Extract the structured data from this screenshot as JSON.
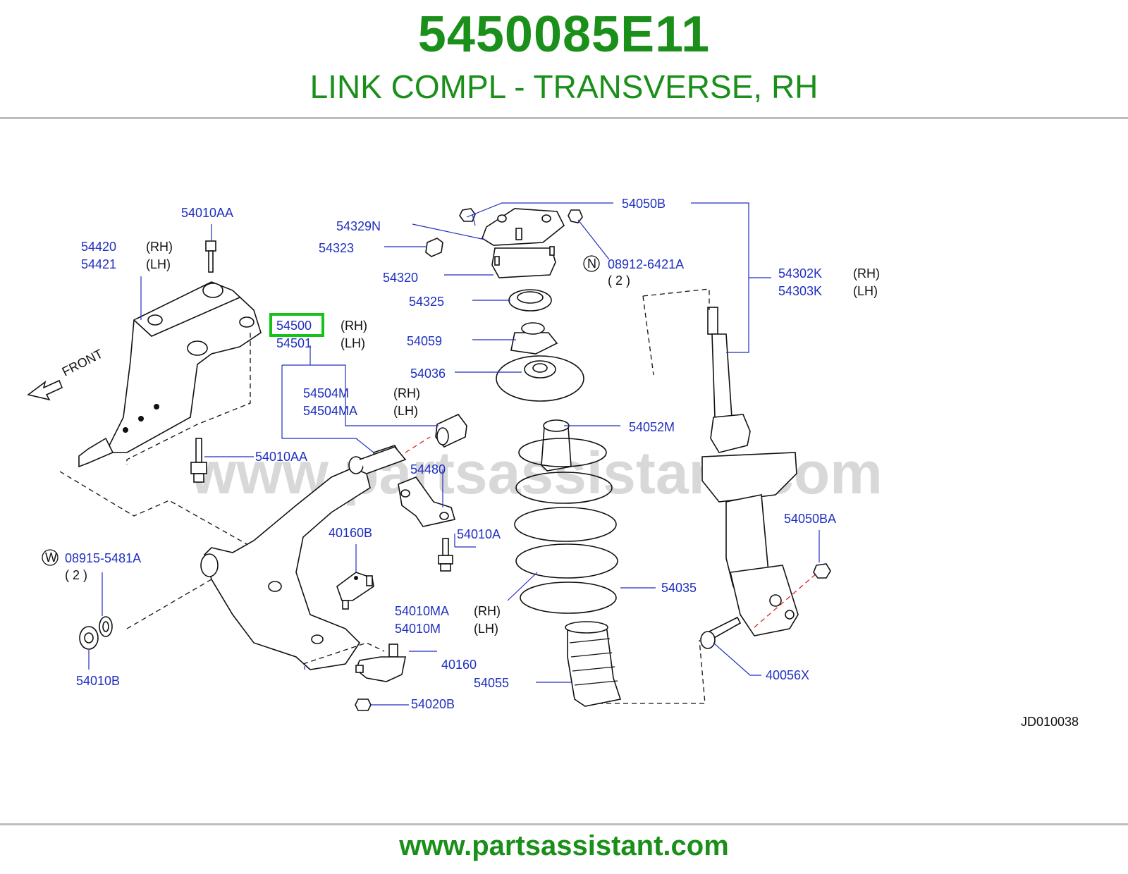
{
  "header": {
    "part_number": "5450085E11",
    "part_name": "LINK COMPL - TRANSVERSE, RH"
  },
  "diagram": {
    "labels": {
      "p54010AA_top": "54010AA",
      "p54420": "54420",
      "p54420_side": "(RH)",
      "p54421": "54421",
      "p54421_side": "(LH)",
      "p54500": "54500",
      "p54500_side": "(RH)",
      "p54501": "54501",
      "p54501_side": "(LH)",
      "p54504M": "54504M",
      "p54504M_side": "(RH)",
      "p54504MA": "54504MA",
      "p54504MA_side": "(LH)",
      "p54010AA_bottom": "54010AA",
      "p54480": "54480",
      "p54010A": "54010A",
      "p40160B": "40160B",
      "p08915": "08915-5481A",
      "p08915_qty": "( 2 )",
      "p54010B": "54010B",
      "p54010MA": "54010MA",
      "p54010MA_side": "(RH)",
      "p54010M": "54010M",
      "p54010M_side": "(LH)",
      "p40160": "40160",
      "p54020B": "54020B",
      "p54055": "54055",
      "p54035": "54035",
      "p54052M": "54052M",
      "p54036": "54036",
      "p54059": "54059",
      "p54325": "54325",
      "p54320": "54320",
      "p54323": "54323",
      "p54329N": "54329N",
      "p54050B": "54050B",
      "p08912": "08912-6421A",
      "p08912_qty": "( 2 )",
      "p54302K": "54302K",
      "p54302K_side": "(RH)",
      "p54303K": "54303K",
      "p54303K_side": "(LH)",
      "p54050BA": "54050BA",
      "p40056X": "40056X",
      "front": "FRONT",
      "badge_w": "W",
      "badge_n": "N",
      "ref_code": "JD010038",
      "watermark": "www.partsassistant.com"
    },
    "highlighted_part": "54500",
    "highlight_color": "#16c21a"
  },
  "footer": {
    "url": "www.partsassistant.com"
  },
  "colors": {
    "title_green": "#1a8f1a",
    "label_blue": "#1f2fc0"
  }
}
